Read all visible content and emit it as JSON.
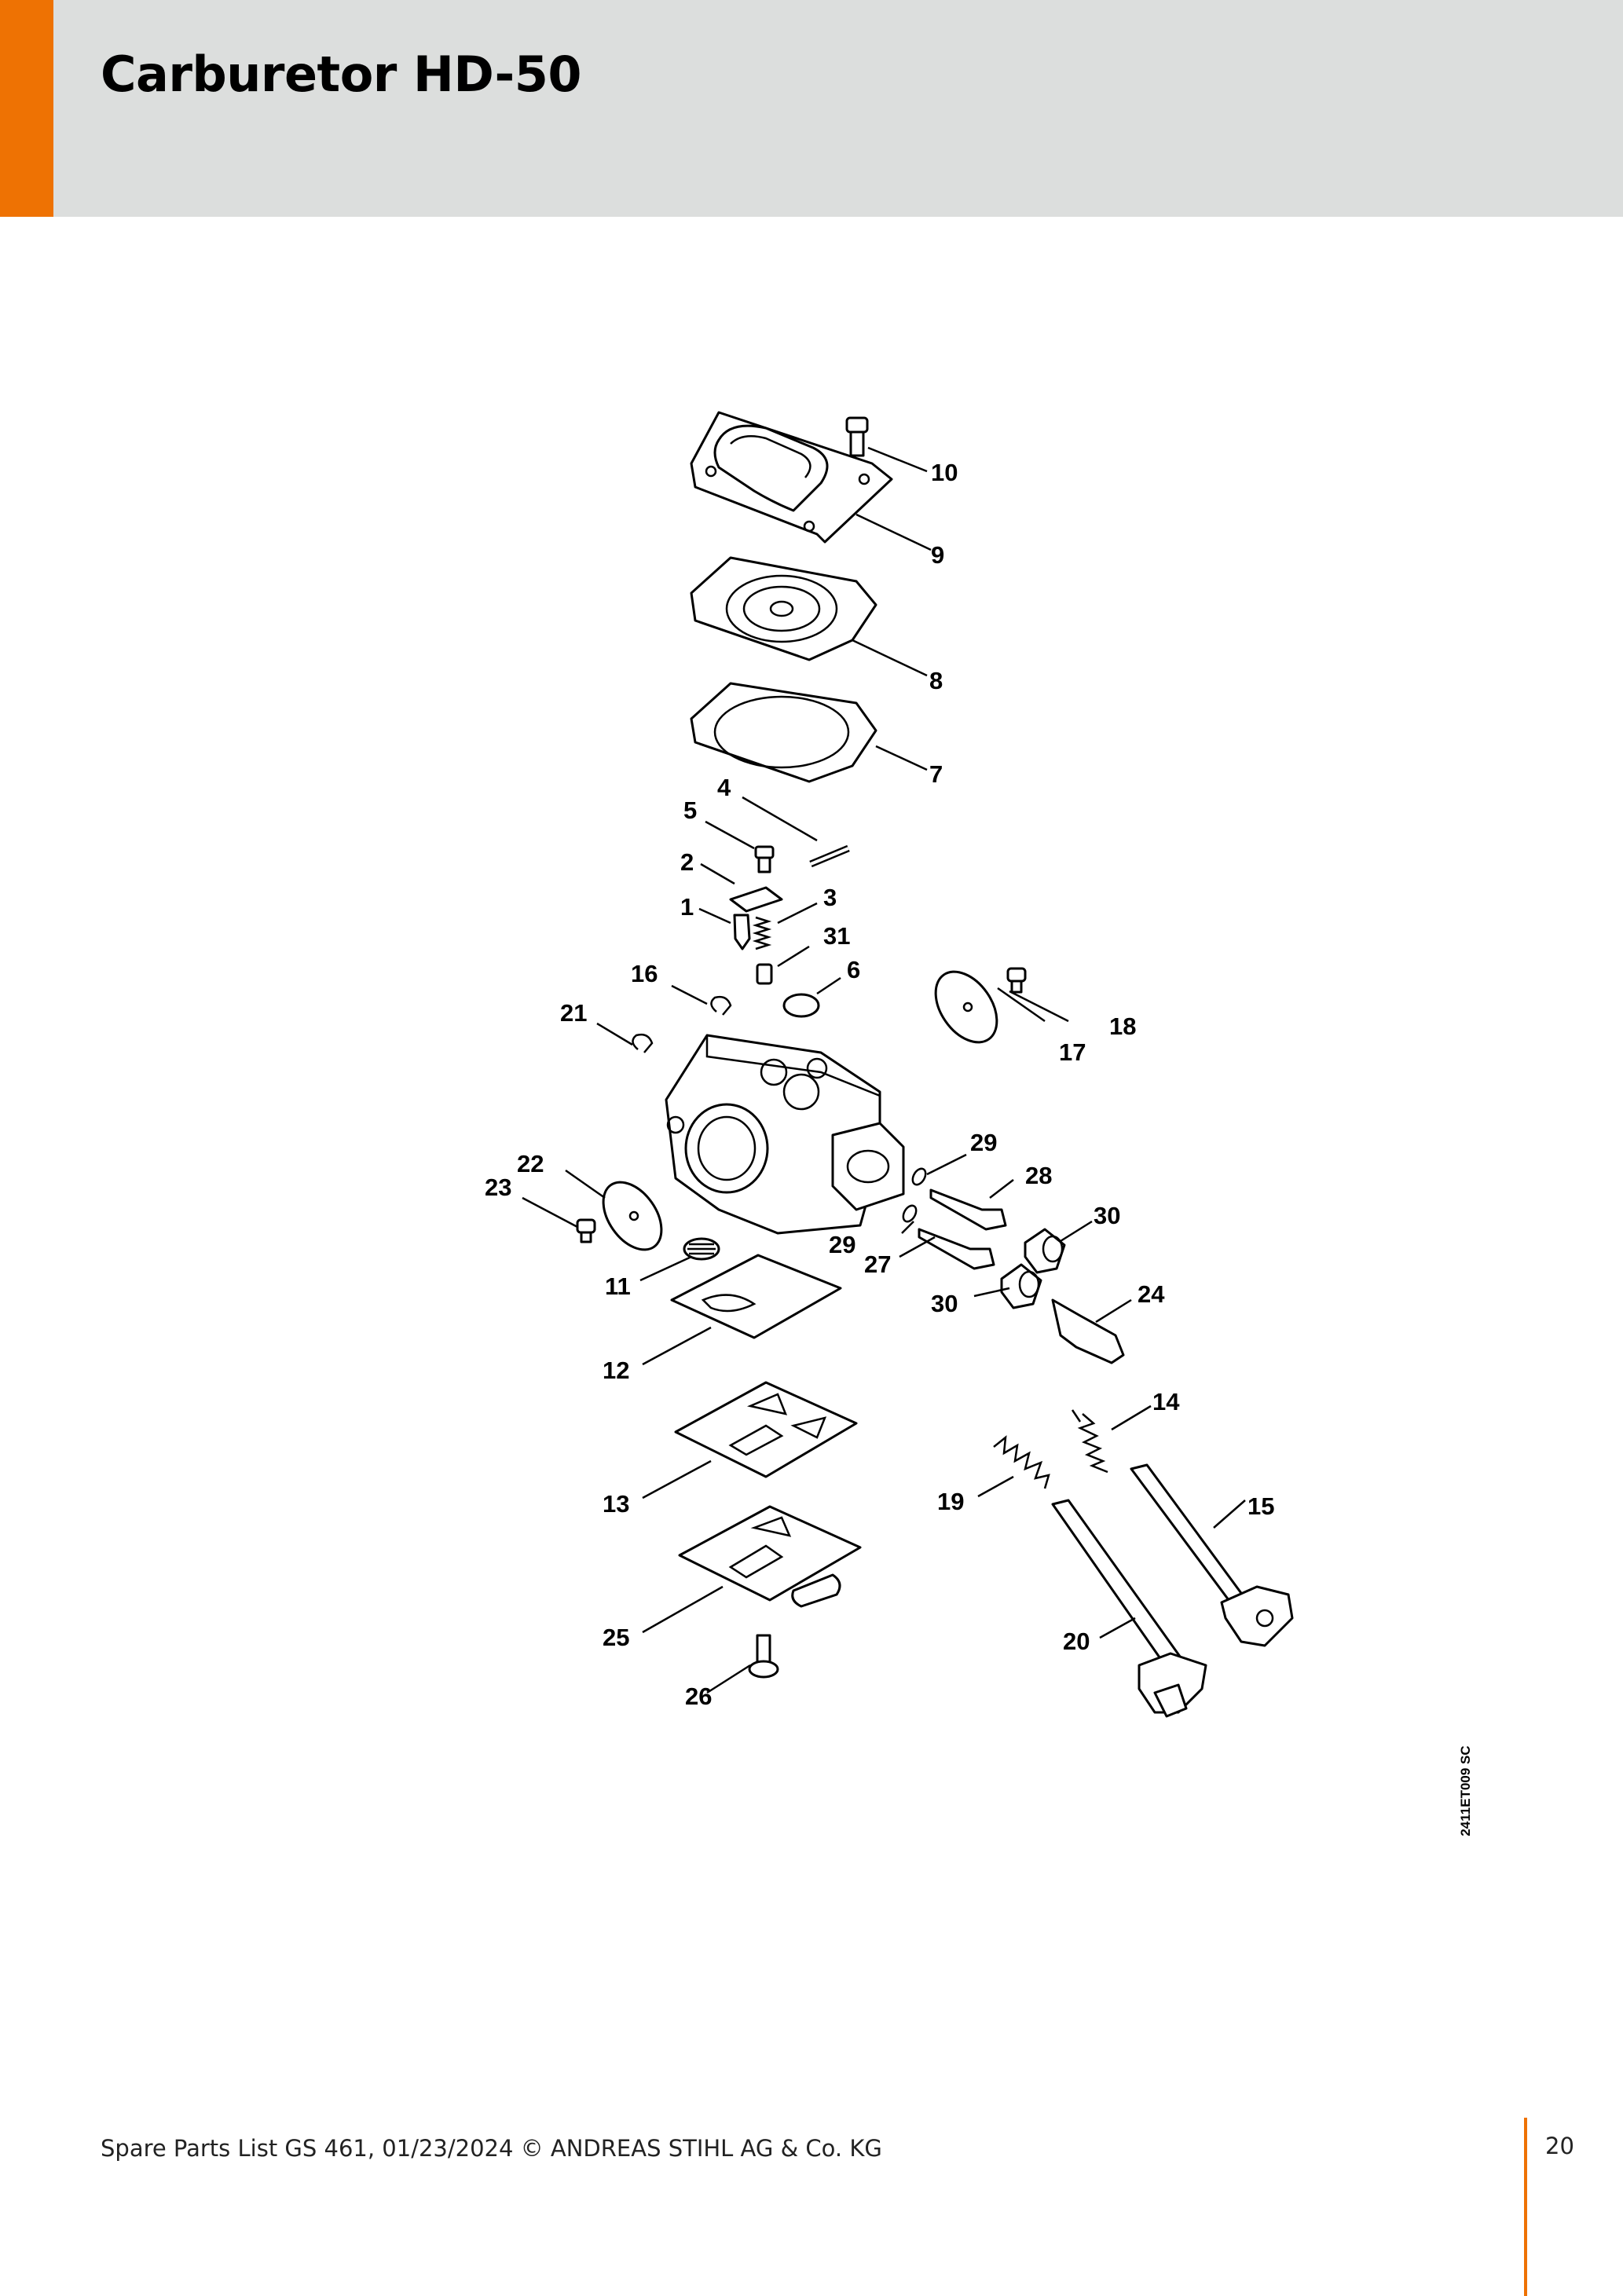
{
  "header": {
    "title": "Carburetor HD-50",
    "accent_color": "#ee7203",
    "background_color": "#dcdedd"
  },
  "diagram": {
    "figure_code": "2411ET009 SC",
    "callouts": [
      "1",
      "2",
      "3",
      "4",
      "5",
      "6",
      "7",
      "8",
      "9",
      "10",
      "11",
      "12",
      "13",
      "14",
      "15",
      "16",
      "17",
      "18",
      "19",
      "20",
      "21",
      "22",
      "23",
      "24",
      "25",
      "26",
      "27",
      "28",
      "29",
      "29",
      "30",
      "30",
      "31"
    ]
  },
  "footer": {
    "text": "Spare Parts List GS 461, 01/23/2024 © ANDREAS STIHL AG & Co. KG",
    "page_number": "20"
  }
}
